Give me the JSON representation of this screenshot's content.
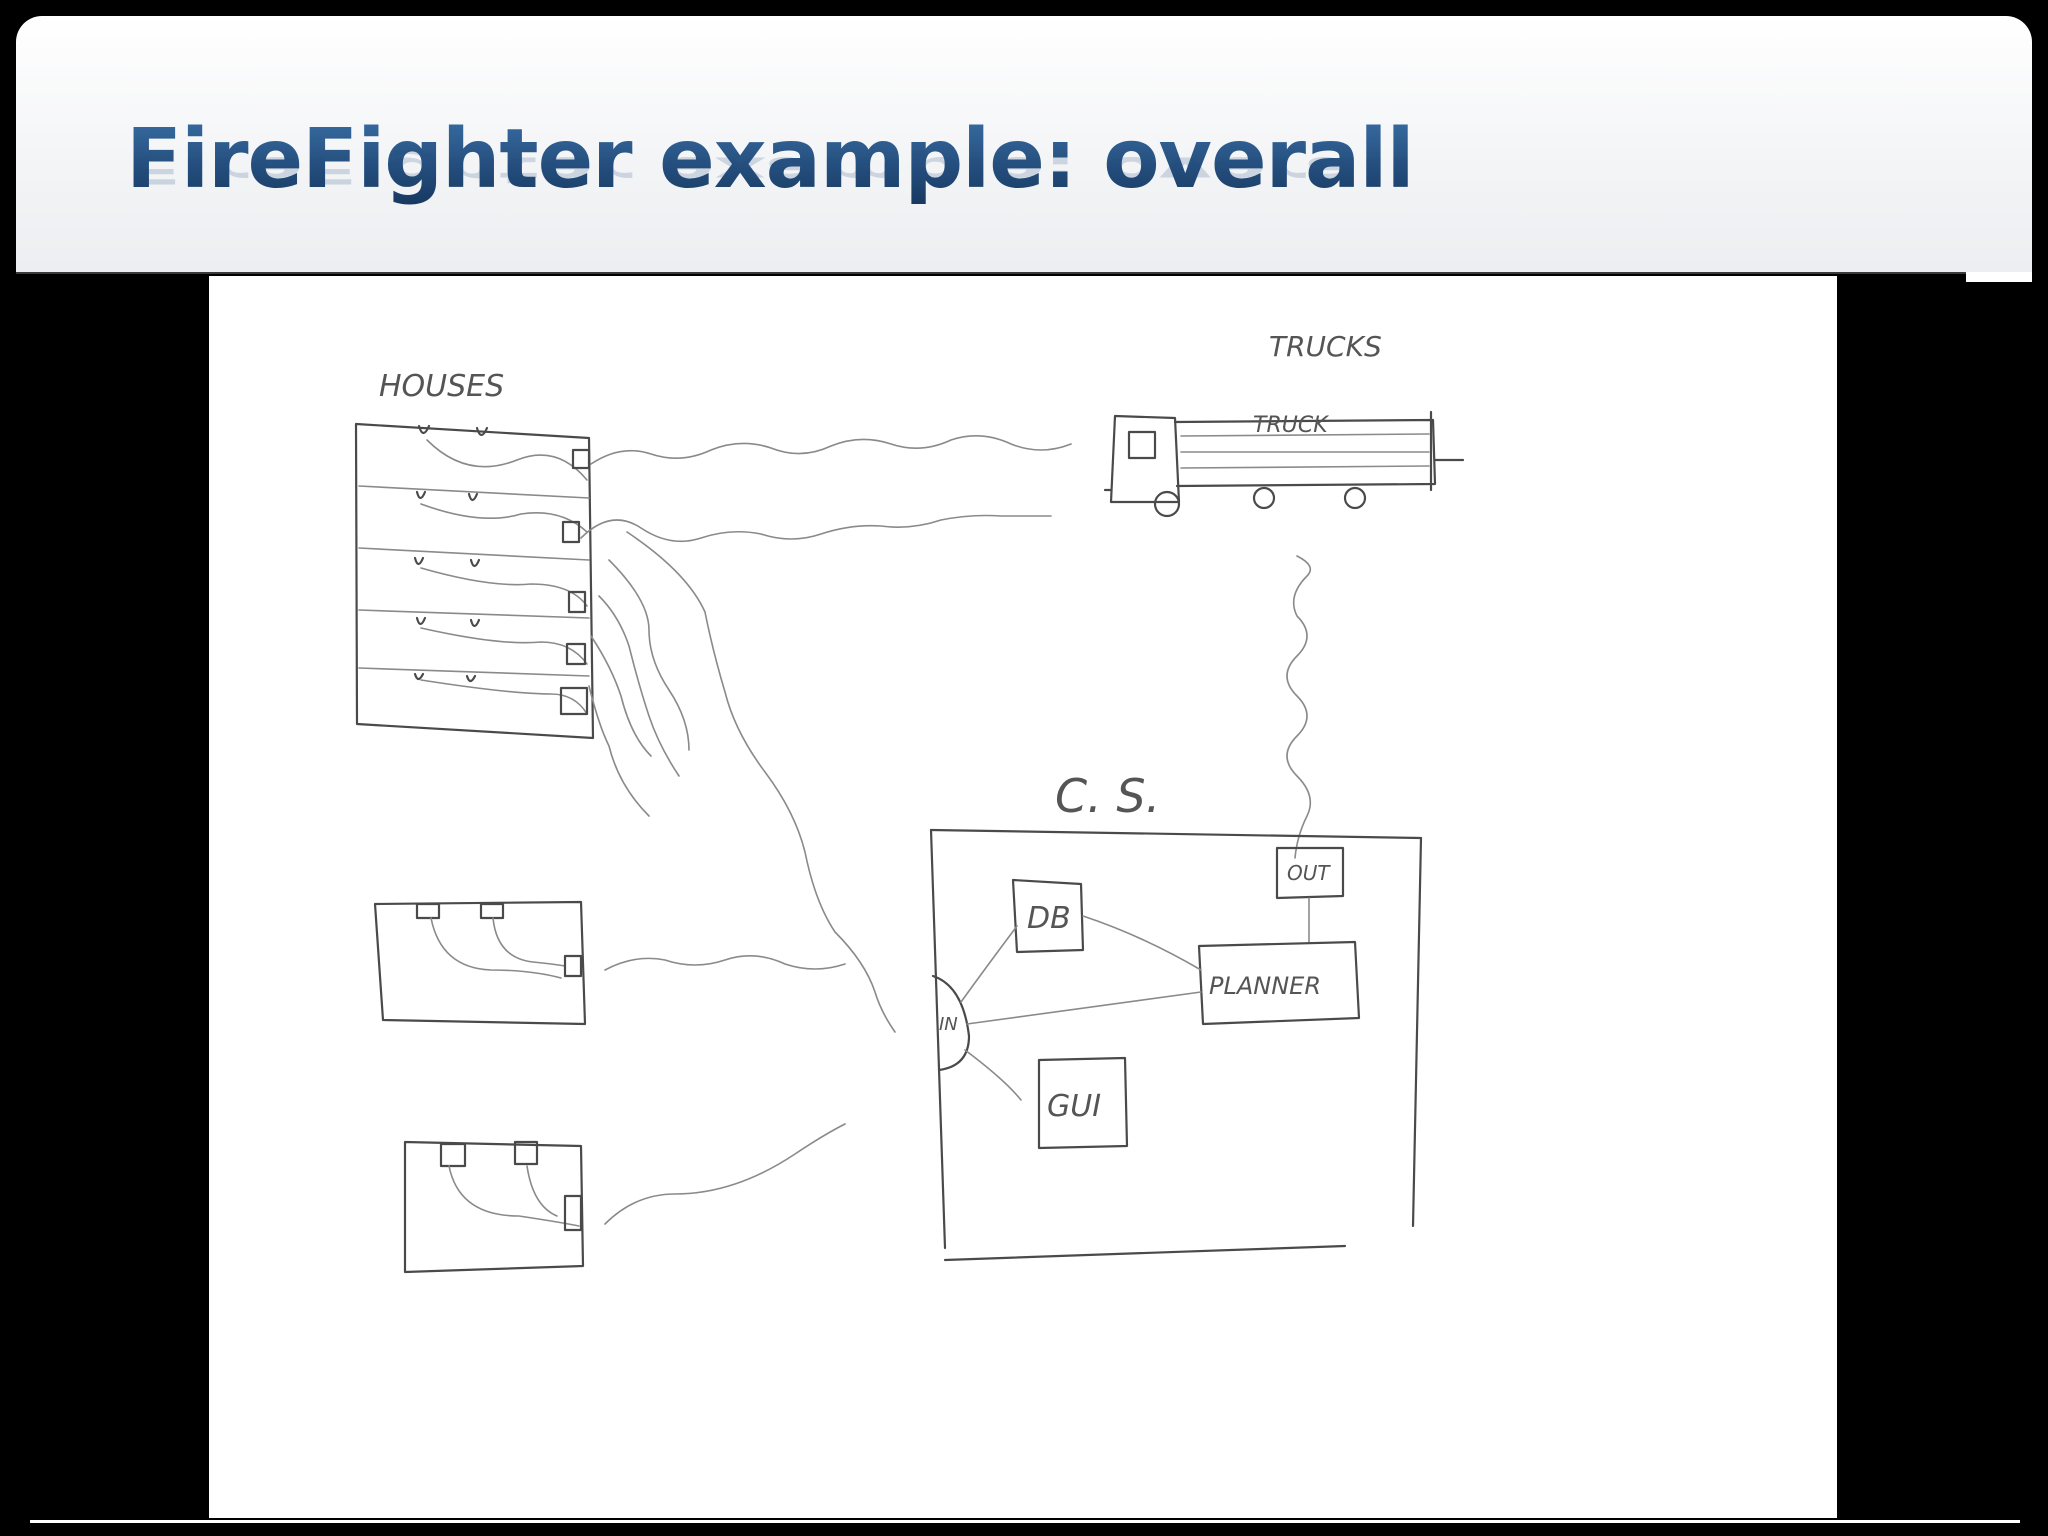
{
  "slide": {
    "title": "FireFighter example: overall"
  },
  "sketch": {
    "houses_label": "HOUSES",
    "trucks_label": "TRUCKS",
    "truck_label": "TRUCK",
    "cs_label": "C. S.",
    "out_label": "OUT",
    "db_label": "DB",
    "planner_label": "PLANNER",
    "in_label": "IN",
    "gui_label": "GUI"
  },
  "colors": {
    "title": "#1f4a7e",
    "ink": "#4a4a4a",
    "background": "#000000",
    "canvas": "#ffffff"
  }
}
